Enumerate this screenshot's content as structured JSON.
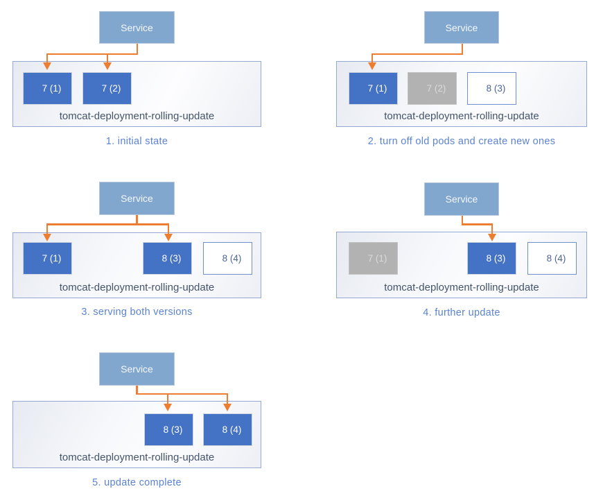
{
  "colors": {
    "arrow": "#ED7D31",
    "service_fill": "#82A7CE",
    "pod_active_fill": "#4472C4",
    "pod_inactive_fill": "#B2B2B2",
    "pod_new_border": "#6F8FCE",
    "deployment_label_text": "#44546A",
    "caption_text": "#5C83D1"
  },
  "panels": [
    {
      "caption": "1. initial state",
      "service_label": "Service",
      "deployment_label": "tomcat-deployment-rolling-update",
      "pods": [
        {
          "label": "7 (1)",
          "state": "active"
        },
        {
          "label": "7 (2)",
          "state": "active"
        }
      ]
    },
    {
      "caption": "2. turn off old pods and create new ones",
      "service_label": "Service",
      "deployment_label": "tomcat-deployment-rolling-update",
      "pods": [
        {
          "label": "7 (1)",
          "state": "active"
        },
        {
          "label": "7 (2)",
          "state": "inactive"
        },
        {
          "label": "8 (3)",
          "state": "new"
        }
      ]
    },
    {
      "caption": "3. serving both versions",
      "service_label": "Service",
      "deployment_label": "tomcat-deployment-rolling-update",
      "pods": [
        {
          "label": "7 (1)",
          "state": "active"
        },
        {
          "label": "8 (3)",
          "state": "active"
        },
        {
          "label": "8 (4)",
          "state": "new"
        }
      ]
    },
    {
      "caption": "4. further update",
      "service_label": "Service",
      "deployment_label": "tomcat-deployment-rolling-update",
      "pods": [
        {
          "label": "7 (1)",
          "state": "inactive"
        },
        {
          "label": "8 (3)",
          "state": "active"
        },
        {
          "label": "8 (4)",
          "state": "new"
        }
      ]
    },
    {
      "caption": "5. update complete",
      "service_label": "Service",
      "deployment_label": "tomcat-deployment-rolling-update",
      "pods": [
        {
          "label": "8 (3)",
          "state": "active"
        },
        {
          "label": "8 (4)",
          "state": "active"
        }
      ]
    }
  ]
}
